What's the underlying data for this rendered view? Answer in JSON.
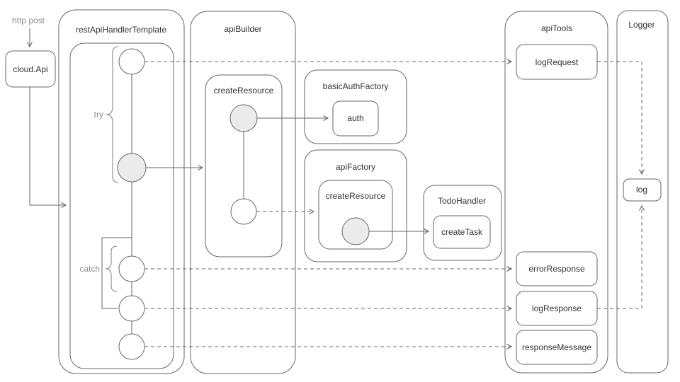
{
  "diagram": {
    "labels": {
      "http_post": "http post",
      "try": "try",
      "catch": "catch"
    },
    "nodes": {
      "cloud_api": "cloud.Api",
      "rest_api_handler_template": "restApiHandlerTemplate",
      "api_builder": "apiBuilder",
      "builder_create_resource": "createResource",
      "basic_auth_factory": "basicAuthFactory",
      "auth": "auth",
      "api_factory": "apiFactory",
      "factory_create_resource": "createResource",
      "todo_handler": "TodoHandler",
      "create_task": "createTask",
      "api_tools": "apiTools",
      "log_request": "logRequest",
      "error_response": "errorResponse",
      "log_response": "logResponse",
      "response_message": "responseMessage",
      "logger": "Logger",
      "log": "log"
    },
    "edges": [
      {
        "from": "http post",
        "to": "cloud.Api",
        "style": "solid-arrow"
      },
      {
        "from": "cloud.Api",
        "to": "restApiHandlerTemplate body",
        "style": "solid-arrow"
      },
      {
        "from": "start circle",
        "to": "logRequest",
        "style": "dashed-arrow"
      },
      {
        "from": "try circle",
        "to": "apiBuilder.createResource",
        "style": "solid-arrow"
      },
      {
        "from": "apiBuilder.createResource circle",
        "to": "basicAuthFactory.auth",
        "style": "solid-arrow"
      },
      {
        "from": "apiBuilder.createResource circle 2",
        "to": "apiFactory.createResource",
        "style": "dashed-arrow"
      },
      {
        "from": "apiFactory.createResource circle",
        "to": "TodoHandler.createTask",
        "style": "solid-arrow"
      },
      {
        "from": "catch circle 1",
        "to": "errorResponse",
        "style": "dashed-arrow"
      },
      {
        "from": "catch circle 2",
        "to": "logResponse",
        "style": "dashed-arrow"
      },
      {
        "from": "catch circle 3",
        "to": "responseMessage",
        "style": "dashed-arrow"
      },
      {
        "from": "logRequest",
        "to": "Logger.log",
        "style": "dashed-arrow"
      },
      {
        "from": "logResponse",
        "to": "Logger.log",
        "style": "dashed-arrow"
      }
    ],
    "colors": {
      "stroke": "#666666",
      "node_fill": "#ffffff",
      "active_node_fill": "#ebebeb",
      "label_text": "#333333",
      "muted_text": "#8f8f8f",
      "background": "#ffffff"
    }
  }
}
